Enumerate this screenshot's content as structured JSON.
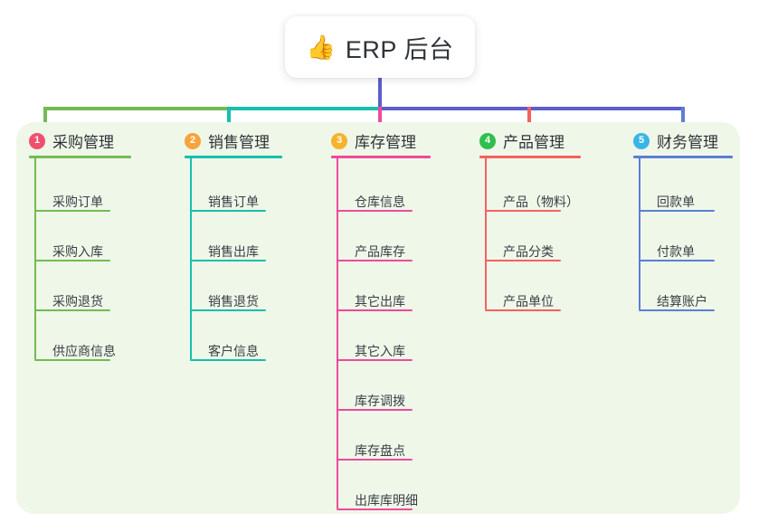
{
  "root": {
    "emoji": "👍",
    "emoji_name": "thumbs-up-icon",
    "title": "ERP 后台",
    "stem_color": "#5b5ecb"
  },
  "panel": {
    "background": "#eff7e9"
  },
  "branches": [
    {
      "number": "1",
      "title": "采购管理",
      "badge_color": "#f0506e",
      "line_color": "#72bb53",
      "connector_color": "#72bb53",
      "items": [
        {
          "label": "采购订单"
        },
        {
          "label": "采购入库"
        },
        {
          "label": "采购退货"
        },
        {
          "label": "供应商信息"
        }
      ]
    },
    {
      "number": "2",
      "title": "销售管理",
      "badge_color": "#f8a33c",
      "line_color": "#17bfad",
      "connector_color": "#17bfad",
      "items": [
        {
          "label": "销售订单"
        },
        {
          "label": "销售出库"
        },
        {
          "label": "销售退货"
        },
        {
          "label": "客户信息"
        }
      ]
    },
    {
      "number": "3",
      "title": "库存管理",
      "badge_color": "#f7b32b",
      "line_color": "#ef4a9b",
      "connector_color": "#ef4a9b",
      "items": [
        {
          "label": "仓库信息"
        },
        {
          "label": "产品库存"
        },
        {
          "label": "其它出库"
        },
        {
          "label": "其它入库"
        },
        {
          "label": "库存调拨"
        },
        {
          "label": "库存盘点"
        },
        {
          "label": "出库库明细"
        }
      ]
    },
    {
      "number": "4",
      "title": "产品管理",
      "badge_color": "#2fbf4d",
      "line_color": "#f4615f",
      "connector_color": "#f4615f",
      "items": [
        {
          "label": "产品（物料）"
        },
        {
          "label": "产品分类"
        },
        {
          "label": "产品单位"
        }
      ]
    },
    {
      "number": "5",
      "title": "财务管理",
      "badge_color": "#39b6e8",
      "line_color": "#5b7fd4",
      "connector_color": "#5b7fd4",
      "items": [
        {
          "label": "回款单"
        },
        {
          "label": "付款单"
        },
        {
          "label": "结算账户"
        }
      ]
    }
  ],
  "connector_bar": {
    "segments": [
      {
        "color": "#72bb53"
      },
      {
        "color": "#17bfad"
      },
      {
        "color": "#5b5ecb"
      }
    ]
  }
}
